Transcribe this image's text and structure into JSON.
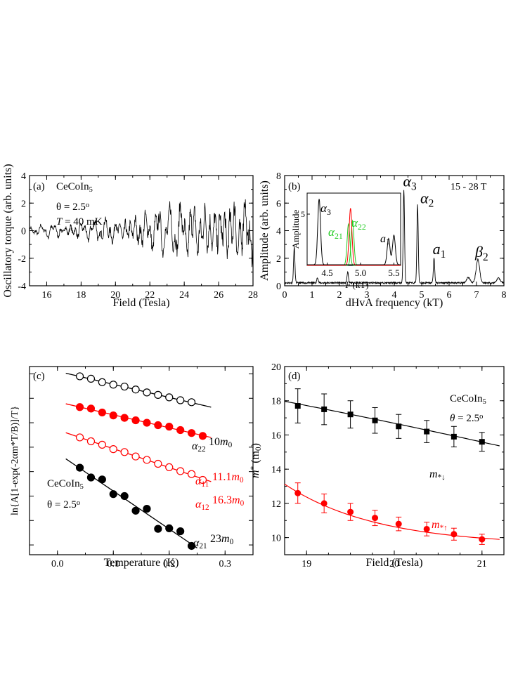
{
  "chart_data": [
    {
      "type": "line",
      "panel": "(a)",
      "annotations": [
        "CeCoIn5",
        "θ = 2.5°",
        "T = 40 mK"
      ],
      "xlabel": "Field (Tesla)",
      "ylabel": "Oscillatory torque (arb. units)",
      "xlim": [
        15,
        28
      ],
      "ylim": [
        -4,
        4
      ],
      "xticks": [
        "16",
        "18",
        "20",
        "22",
        "24",
        "26",
        "28"
      ],
      "yticks": [
        "-4",
        "-2",
        "0",
        "2",
        "4"
      ],
      "envelope": {
        "x": [
          15,
          16,
          17,
          18,
          19,
          20,
          21,
          22,
          23,
          24,
          25,
          26,
          27,
          27.5,
          28
        ],
        "amplitude": [
          0.4,
          0.6,
          0.7,
          0.8,
          1.0,
          1.3,
          1.6,
          1.8,
          2.0,
          2.6,
          2.8,
          3.0,
          3.4,
          3.2,
          2.8
        ]
      },
      "series": [
        {
          "values": []
        }
      ]
    },
    {
      "type": "line",
      "panel": "(b)",
      "annotations": [
        "15 - 28 T"
      ],
      "xlabel": "dHvA frequency (kT)",
      "ylabel": "Amplitude (arb. units)",
      "xlim": [
        0,
        8
      ],
      "ylim": [
        0,
        8
      ],
      "xticks": [
        "0",
        "1",
        "2",
        "3",
        "4",
        "5",
        "6",
        "7",
        "8"
      ],
      "yticks": [
        "0",
        "2",
        "4",
        "6",
        "8"
      ],
      "peaks": [
        {
          "x": 0.35,
          "y": 2.6
        },
        {
          "x": 1.2,
          "y": 0.4
        },
        {
          "x": 2.3,
          "y": 0.8
        },
        {
          "x": 4.35,
          "y": 6.8,
          "label": "α3"
        },
        {
          "x": 4.85,
          "y": 5.7,
          "label": "α2"
        },
        {
          "x": 5.45,
          "y": 1.8,
          "label": "a1"
        },
        {
          "x": 7.05,
          "y": 1.7,
          "label": "β2"
        },
        {
          "x": 6.7,
          "y": 0.4
        },
        {
          "x": 7.8,
          "y": 0.35
        }
      ],
      "inset": {
        "xlabel": "F (kT)",
        "ylabel": "Amplitude",
        "xlim": [
          4.2,
          5.6
        ],
        "yticks": [
          "5"
        ],
        "xticks": [
          "4.5",
          "5.0",
          "5.5"
        ],
        "series": [
          {
            "label": "α3",
            "color": "#000000",
            "peaks": [
              {
                "x": 4.38,
                "y": 1.0
              }
            ]
          },
          {
            "label": "α21",
            "color": "#22cc22",
            "peaks": [
              {
                "x": 4.82,
                "y": 0.63
              }
            ]
          },
          {
            "label": "α22",
            "color": "#22cc22",
            "peaks": [
              {
                "x": 4.88,
                "y": 0.68
              }
            ]
          },
          {
            "color": "#ff0000",
            "peaks": [
              {
                "x": 4.85,
                "y": 0.87
              }
            ]
          },
          {
            "label": "a1",
            "color": "#000000",
            "peaks": [
              {
                "x": 5.42,
                "y": 0.4
              },
              {
                "x": 5.5,
                "y": 0.45
              }
            ]
          }
        ]
      }
    },
    {
      "type": "scatter",
      "panel": "(c)",
      "annotations": [
        "CeCoIn5",
        "θ = 2.5°"
      ],
      "xlabel": "Temperature (K)",
      "ylabel": "ln{A[1-exp(-2αm*T/B)]/T}",
      "xlim": [
        -0.05,
        0.35
      ],
      "xticks": [
        "0.0",
        "0.1",
        "0.2",
        "0.3"
      ],
      "series": [
        {
          "name": "α22",
          "mass": "10m0",
          "marker": "open",
          "color": "#000000",
          "x": [
            0.04,
            0.06,
            0.08,
            0.1,
            0.12,
            0.14,
            0.16,
            0.18,
            0.2,
            0.22,
            0.24
          ],
          "y": [
            9.45,
            9.4,
            9.33,
            9.28,
            9.24,
            9.18,
            9.12,
            9.07,
            9.02,
            8.96,
            8.92
          ]
        },
        {
          "name": "α11",
          "mass": "11.1m0",
          "marker": "filled",
          "color": "#ff0000",
          "x": [
            0.04,
            0.06,
            0.08,
            0.1,
            0.12,
            0.14,
            0.16,
            0.18,
            0.2,
            0.22,
            0.24,
            0.26
          ],
          "y": [
            8.82,
            8.79,
            8.71,
            8.65,
            8.6,
            8.55,
            8.5,
            8.45,
            8.42,
            8.35,
            8.29,
            8.23
          ]
        },
        {
          "name": "α12",
          "mass": "16.3m0",
          "marker": "open",
          "color": "#ff0000",
          "x": [
            0.04,
            0.06,
            0.08,
            0.1,
            0.12,
            0.14,
            0.16,
            0.18,
            0.2,
            0.22,
            0.24,
            0.26
          ],
          "y": [
            8.2,
            8.12,
            8.05,
            7.96,
            7.9,
            7.81,
            7.74,
            7.66,
            7.59,
            7.51,
            7.45,
            7.33
          ]
        },
        {
          "name": "α21",
          "mass": "23m0",
          "marker": "filled",
          "color": "#000000",
          "x": [
            0.04,
            0.06,
            0.08,
            0.1,
            0.12,
            0.14,
            0.16,
            0.18,
            0.2,
            0.22,
            0.24
          ],
          "y": [
            7.58,
            7.38,
            7.34,
            7.04,
            7.0,
            6.7,
            6.74,
            6.33,
            6.34,
            6.28,
            5.98
          ]
        }
      ]
    },
    {
      "type": "scatter",
      "panel": "(d)",
      "annotations": [
        "CeCoIn5",
        "θ = 2.5°"
      ],
      "xlabel": "Field (Tesla)",
      "ylabel": "m* (m0)",
      "xlim": [
        18.75,
        21.25
      ],
      "ylim": [
        9,
        20
      ],
      "xticks": [
        "19",
        "20",
        "21"
      ],
      "yticks": [
        "10",
        "12",
        "14",
        "16",
        "18",
        "20"
      ],
      "series": [
        {
          "name": "m*↓",
          "marker": "square",
          "color": "#000000",
          "x": [
            18.9,
            19.2,
            19.5,
            19.78,
            20.05,
            20.37,
            20.68,
            21.0
          ],
          "y": [
            17.7,
            17.5,
            17.2,
            16.85,
            16.5,
            16.2,
            15.9,
            15.6
          ],
          "err": [
            1.0,
            0.9,
            0.8,
            0.75,
            0.7,
            0.65,
            0.6,
            0.55
          ]
        },
        {
          "name": "m*↑",
          "marker": "circle",
          "color": "#ff0000",
          "x": [
            18.9,
            19.2,
            19.5,
            19.78,
            20.05,
            20.37,
            20.68,
            21.0
          ],
          "y": [
            12.6,
            12.0,
            11.5,
            11.15,
            10.8,
            10.5,
            10.2,
            9.9
          ],
          "err": [
            0.6,
            0.55,
            0.5,
            0.45,
            0.4,
            0.4,
            0.35,
            0.3
          ]
        }
      ]
    }
  ]
}
